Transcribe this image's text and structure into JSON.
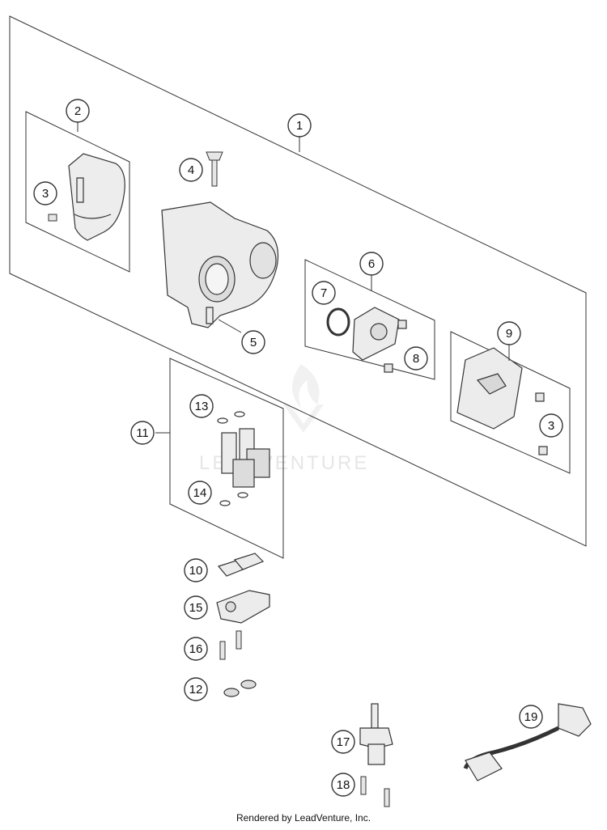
{
  "diagram": {
    "callouts": [
      "1",
      "2",
      "3",
      "4",
      "5",
      "6",
      "7",
      "8",
      "9",
      "3",
      "11",
      "13",
      "14",
      "10",
      "15",
      "16",
      "12",
      "17",
      "18",
      "19"
    ],
    "watermark": "LEADVENTURE",
    "footer": "Rendered by LeadVenture, Inc."
  }
}
